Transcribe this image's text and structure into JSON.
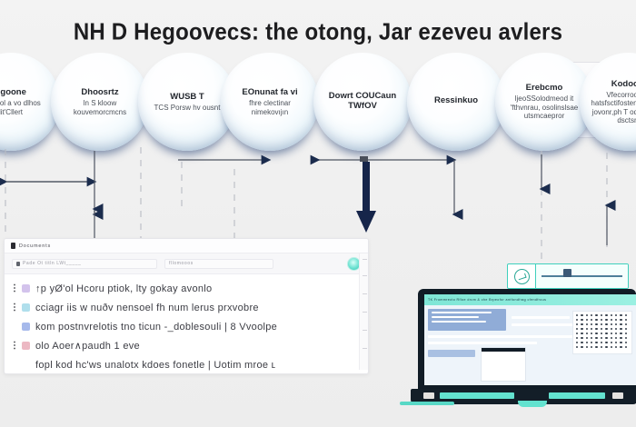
{
  "header": {
    "title": "NH D Hegoovecs: the otong, Jar ezeveu avlers"
  },
  "flow": {
    "nodes": [
      {
        "main": "sgoone",
        "sub": "S'Sfinol a vo dlhos lit'Cllert"
      },
      {
        "main": "Dhoosrtz",
        "sub": "ln S kloow kouvemorcmcns"
      },
      {
        "main": "WUSB T",
        "sub": "TCS Porsw hv ousnt"
      },
      {
        "main": "EOnunat fa vi",
        "sub": "fhre clectinar nimekovıjın"
      },
      {
        "main": "Dowrt COUCaun TWfOV",
        "sub": ""
      },
      {
        "main": "Ressinkuo",
        "sub": ""
      },
      {
        "main": "Erebcmo",
        "sub": "ljeoSSolodmeod it 'fthvnrau, osolinslsae utsmcaepror"
      },
      {
        "main": "Kodoom",
        "sub": "Vfecorrool ats hatsfsctifosten F emoor jovonr,ph T odjvr arklaı dsctsm"
      }
    ]
  },
  "document": {
    "titlebar_label": "Documents",
    "search_field": "Pade Ot titln LWt_____",
    "filter_field": "fllomooos",
    "avatar_name": "user-avatar",
    "rows": [
      {
        "bullet": "⋮",
        "icon_color": "#c9b6e8",
        "text": "↑p yØ'ol Hcoru ptiok, lty gokay avonlo"
      },
      {
        "bullet": "⋮",
        "icon_color": "#9fd8e8",
        "text": "cciagr iis w nuðv nensoel fh num lerus prxvobre"
      },
      {
        "bullet": "",
        "icon_color": "#93a9e6",
        "text": "kom postnvrelotis tno ticun -_doblesouli | 8 Vvoolpe"
      },
      {
        "bullet": "⋮",
        "icon_color": "#e8a8b6",
        "text": "olo  Aoer∧paudh 1 eve"
      },
      {
        "bullet": "",
        "icon_color": "#ffffff",
        "text": "fopl kod hc'ws unalotх kdoes fonetle | Uotim mroe ʟ"
      }
    ]
  },
  "device": {
    "widget_name": "slider-widget",
    "laptop_name": "laptop-mockup",
    "screen_header_text": "TK Frommrecto Rfloe drom & che Brpeofor antfondfrag cfendfrous"
  },
  "colors": {
    "background": "#f1f1f1",
    "node_fill": "#eff8fc",
    "node_shadow": "#1a366e",
    "arrow": "#1b2c4d",
    "teal": "#3fd0bd",
    "laptop_dark": "#111c26"
  }
}
